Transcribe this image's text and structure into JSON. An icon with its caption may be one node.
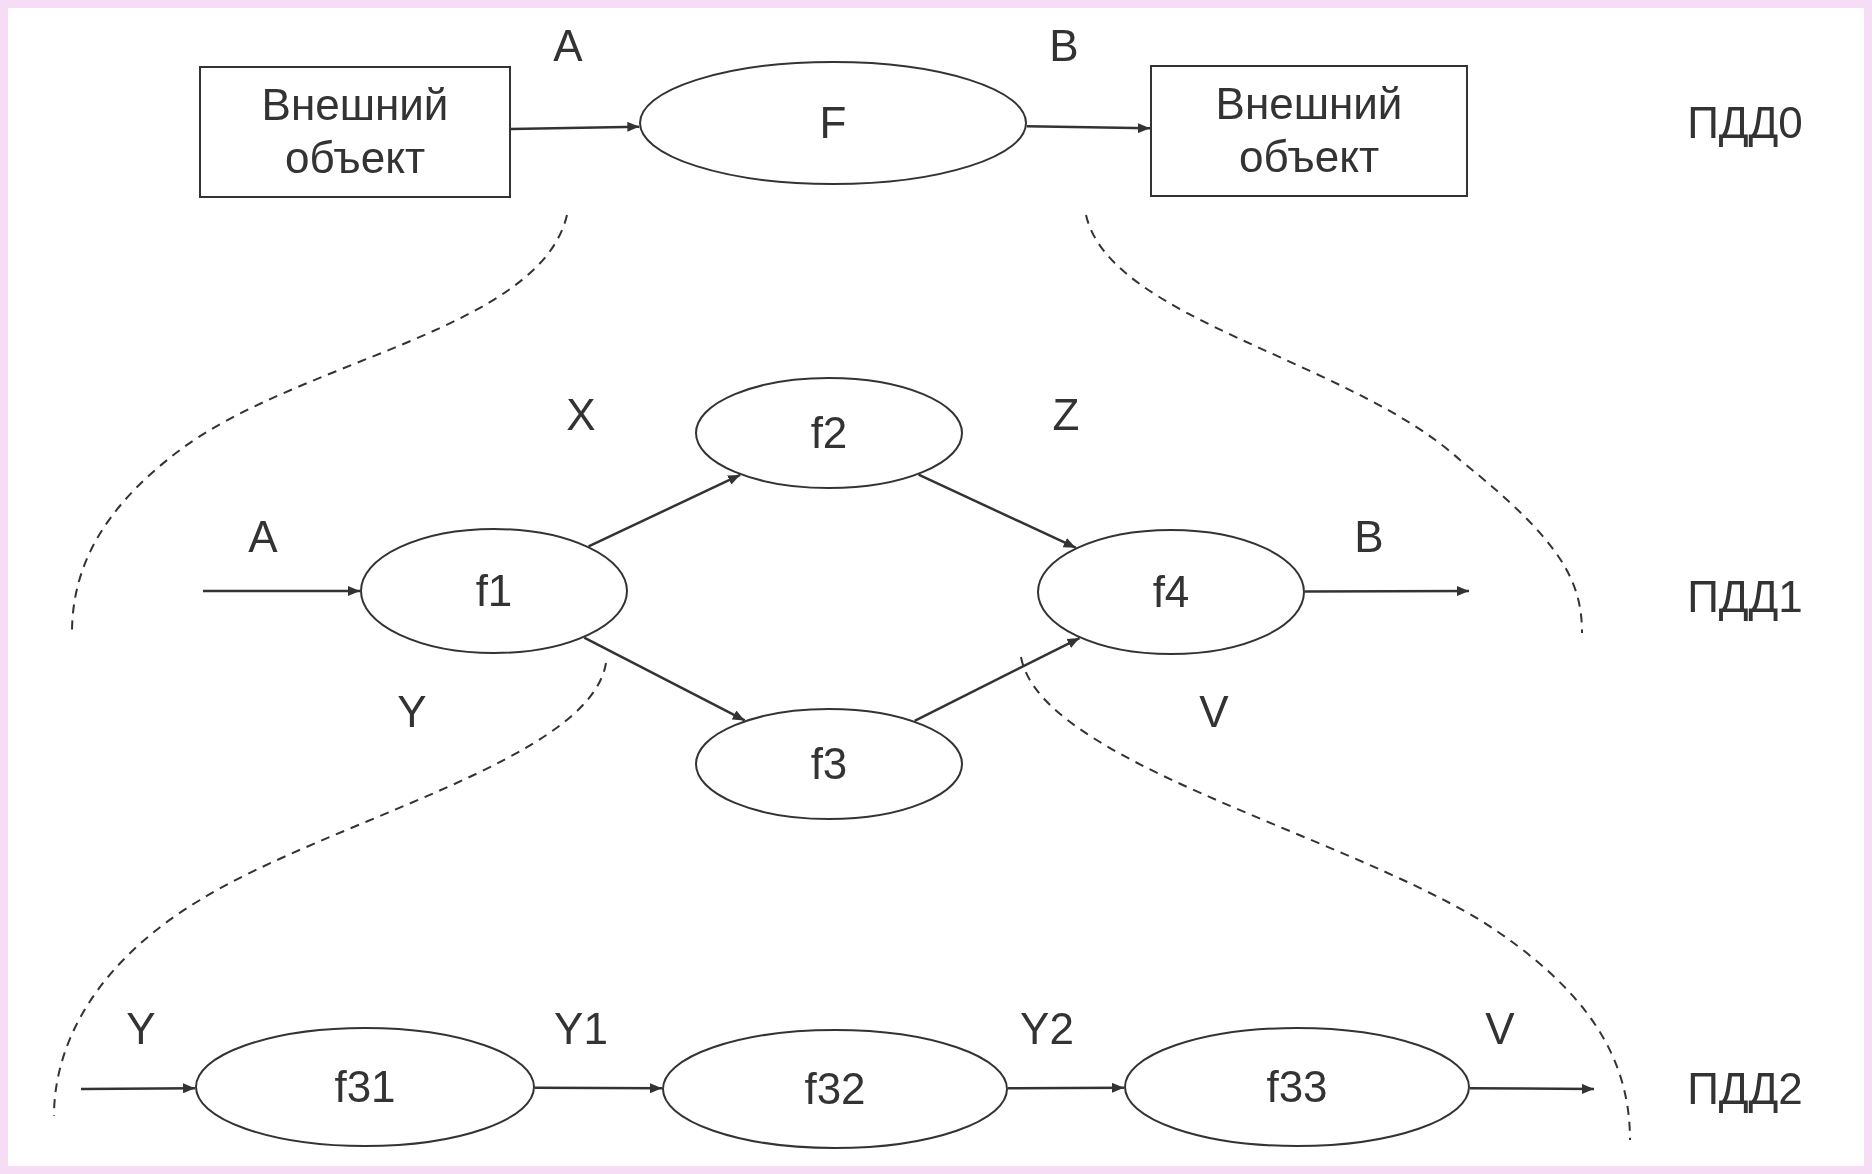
{
  "diagram": {
    "nodes": [
      {
        "text": [
          "Внешний объект"
        ]
      },
      {
        "text": [
          "F"
        ]
      },
      {
        "text": [
          "Внешний объект"
        ]
      },
      {
        "text": [
          "f1"
        ]
      },
      {
        "text": [
          "f2"
        ]
      },
      {
        "text": [
          "f3"
        ]
      },
      {
        "text": [
          "f4"
        ]
      },
      {
        "text": [
          "f31"
        ]
      },
      {
        "text": [
          "f32"
        ]
      },
      {
        "text": [
          "f33"
        ]
      }
    ],
    "edges": [
      {
        "from": 0,
        "to": 1,
        "arrow": "to",
        "label": "A"
      },
      {
        "from": 1,
        "to": 2,
        "arrow": "to",
        "label": "B"
      },
      {
        "from": null,
        "to": 3,
        "arrow": "to",
        "label": "A"
      },
      {
        "from": 3,
        "to": 4,
        "arrow": "to",
        "label": "X"
      },
      {
        "from": 3,
        "to": 5,
        "arrow": "to",
        "label": "Y"
      },
      {
        "from": 4,
        "to": 6,
        "arrow": "to",
        "label": "Z"
      },
      {
        "from": 5,
        "to": 6,
        "arrow": "to",
        "label": "V"
      },
      {
        "from": 6,
        "to": null,
        "arrow": "to",
        "label": "B"
      },
      {
        "from": null,
        "to": 7,
        "arrow": "to",
        "label": "Y"
      },
      {
        "from": 7,
        "to": 8,
        "arrow": "to",
        "label": "Y1"
      },
      {
        "from": 8,
        "to": 9,
        "arrow": "to",
        "label": "Y2"
      },
      {
        "from": 9,
        "to": null,
        "arrow": "to",
        "label": "V"
      }
    ],
    "labels": [
      "ПДД0",
      "ПДД1",
      "ПДД2"
    ]
  }
}
